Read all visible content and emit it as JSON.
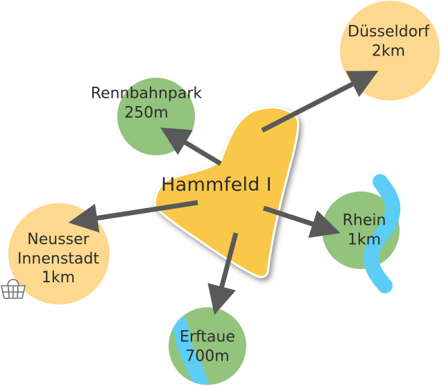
{
  "center": {
    "name": "Hammfeld I"
  },
  "destinations": {
    "duesseldorf": {
      "name": "Düsseldorf",
      "distance": "2km"
    },
    "rennbahnpark": {
      "name": "Rennbahnpark",
      "distance": "250m"
    },
    "neusser_innenstadt": {
      "name_line1": "Neusser",
      "name_line2": "Innenstadt",
      "distance": "1km"
    },
    "rhein": {
      "name": "Rhein",
      "distance": "1km"
    },
    "erftaue": {
      "name": "Erftaue",
      "distance": "700m"
    }
  },
  "icons": {
    "shopping": "basket-icon",
    "water": "river-icon"
  },
  "colors": {
    "area": "#f9c84a",
    "city": "#fcd98e",
    "green": "#93c47d",
    "water": "#5ccdf5",
    "arrow": "#595959"
  }
}
